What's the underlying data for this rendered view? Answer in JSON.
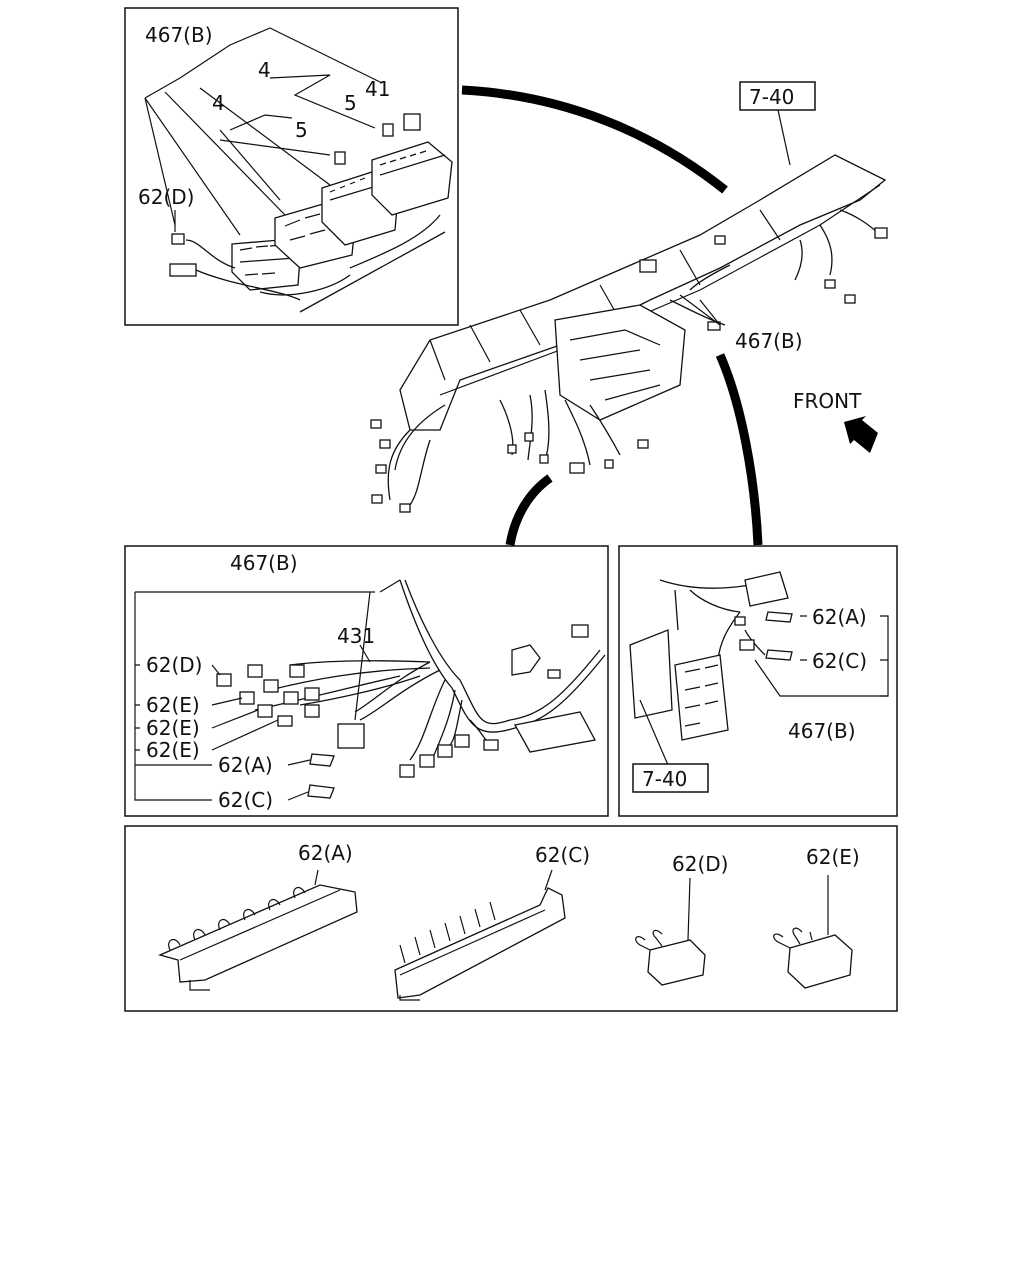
{
  "labels": {
    "ref_740": "7-40",
    "front": "FRONT",
    "n467b": "467(B)",
    "n4": "4",
    "n5": "5",
    "n41": "41",
    "n62d": "62(D)",
    "n431": "431",
    "n62e": "62(E)",
    "n62a": "62(A)",
    "n62c": "62(C)"
  },
  "colors": {
    "line": "#111111",
    "background": "#ffffff"
  },
  "icons": {
    "front_arrow": "arrow-left-down-icon"
  }
}
